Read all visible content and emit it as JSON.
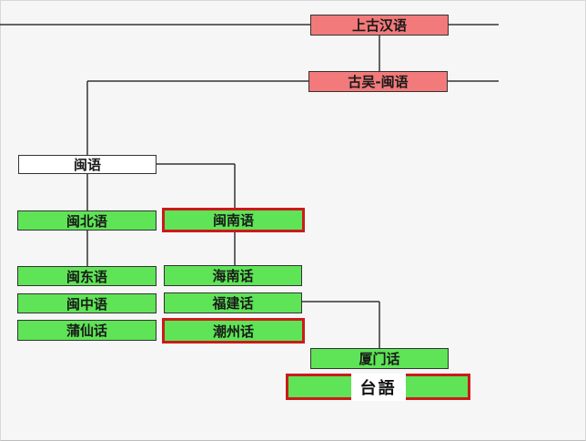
{
  "diagram": {
    "nodes": {
      "old_chinese": {
        "label": "上古汉语"
      },
      "proto_wu_min": {
        "label": "古吴-闽语"
      },
      "min": {
        "label": "闽语"
      },
      "min_bei": {
        "label": "闽北语"
      },
      "min_nan": {
        "label": "闽南语"
      },
      "min_dong": {
        "label": "闽东语"
      },
      "min_zhong": {
        "label": "闽中语"
      },
      "puxian": {
        "label": "蒲仙话"
      },
      "hainan": {
        "label": "海南话"
      },
      "fujian": {
        "label": "福建话"
      },
      "chaozhou": {
        "label": "潮州话"
      },
      "xiamen": {
        "label": "厦门话"
      },
      "taiwanese": {
        "label": "台語"
      }
    },
    "colors": {
      "ancestor": "#f27a7a",
      "root_min": "#ffffff",
      "descendant": "#5ee456",
      "highlight_border": "#cc1a1a",
      "connector": "#333333"
    },
    "highlighted": [
      "min_nan",
      "chaozhou",
      "taiwanese"
    ]
  }
}
